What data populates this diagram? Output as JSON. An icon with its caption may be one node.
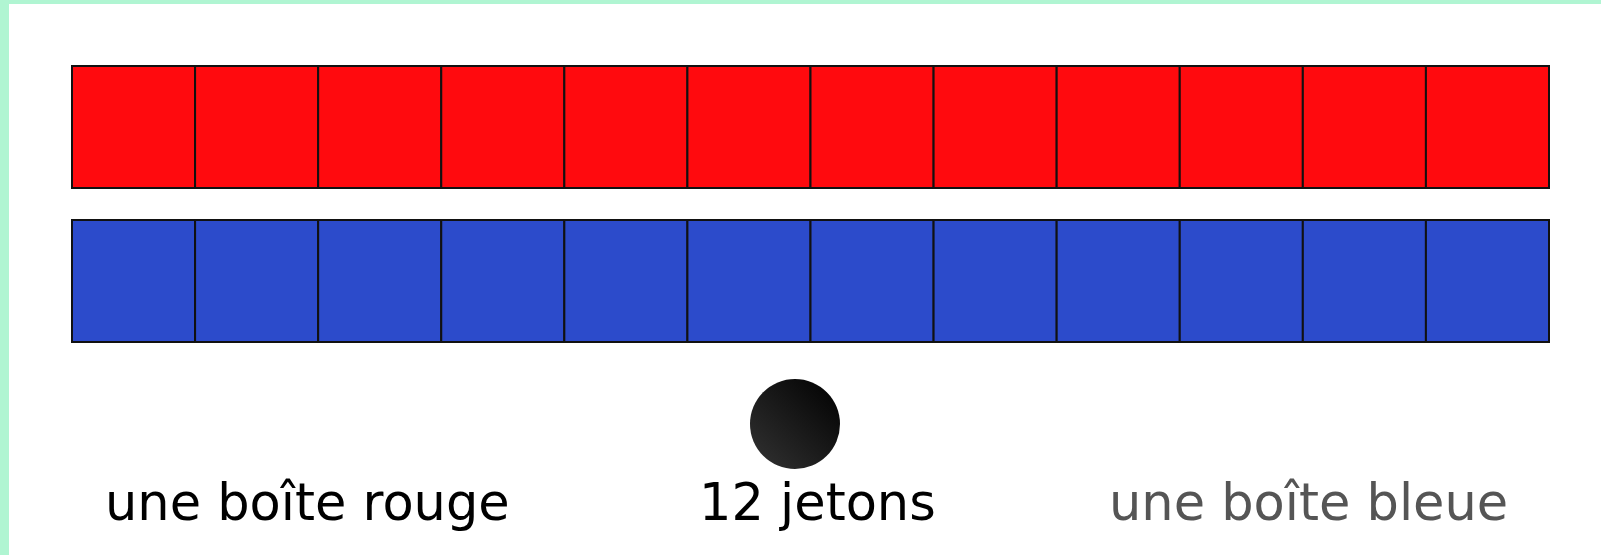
{
  "diagram": {
    "nodes": [
      {
        "text": [],
        "shape": "circle"
      }
    ],
    "labels": [
      "une boîte rouge",
      "12 jetons",
      "une boîte bleue"
    ]
  }
}
